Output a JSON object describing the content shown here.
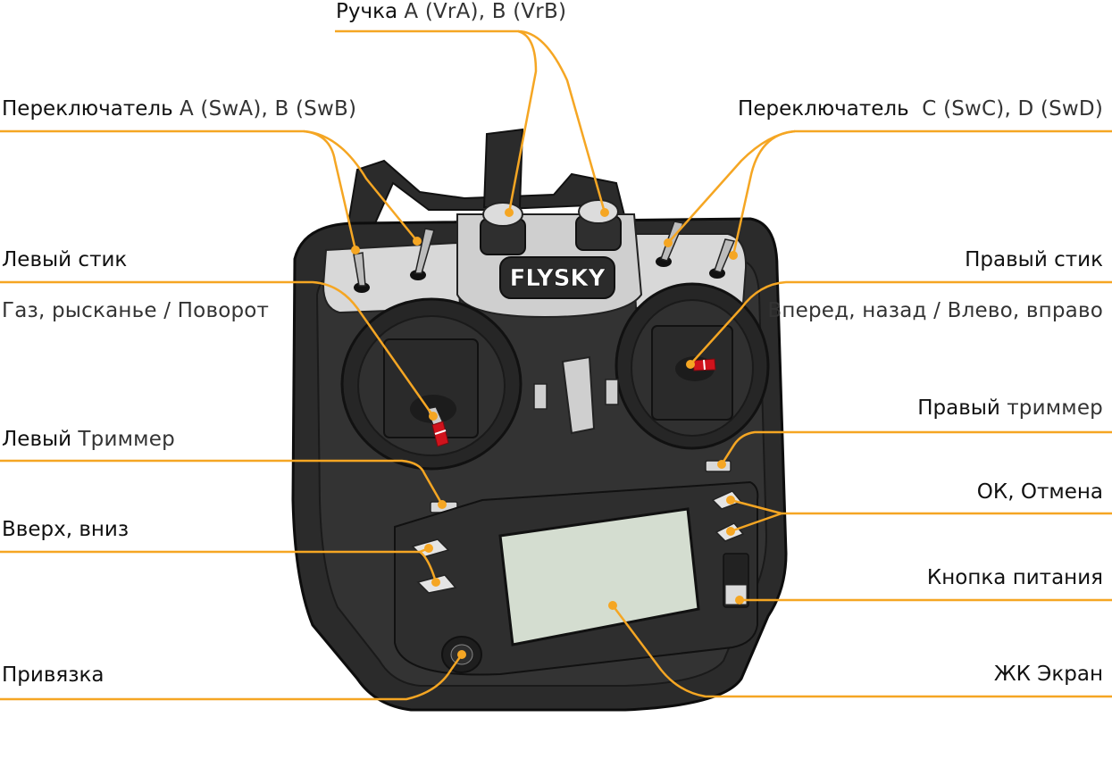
{
  "labels": {
    "knobs": {
      "bold": "Ручка",
      "light": "A (VrA), B (VrB)"
    },
    "switch_ab": {
      "bold": "Переключатель",
      "light": "A (SwA), B (SwB)"
    },
    "switch_cd": {
      "bold": "Переключатель",
      "light": "C (SwC), D (SwD)"
    },
    "left_stick": {
      "bold": "Левый стик",
      "light": "Газ, рысканье / Поворот"
    },
    "right_stick": {
      "bold": "Правый стик",
      "light": "Вперед, назад / Влево, вправо"
    },
    "left_trim": {
      "bold": "Левый",
      "light": "Триммер"
    },
    "right_trim": {
      "bold": "Правый",
      "light": "триммер"
    },
    "up_down": {
      "bold": "Вверх, вниз"
    },
    "ok_cancel": {
      "bold": "ОК, Отмена"
    },
    "power_button": {
      "bold": "Кнопка питания"
    },
    "bind": {
      "bold": "Привязка"
    },
    "lcd": {
      "bold": "ЖК Экран"
    }
  },
  "brand": "FLYSKY",
  "colors": {
    "leader_line": "#f5a623",
    "body": "#2b2b2b",
    "panel": "#d8d8d8",
    "screen": "#d4ddd0",
    "stick_tip": "#d0131c"
  }
}
